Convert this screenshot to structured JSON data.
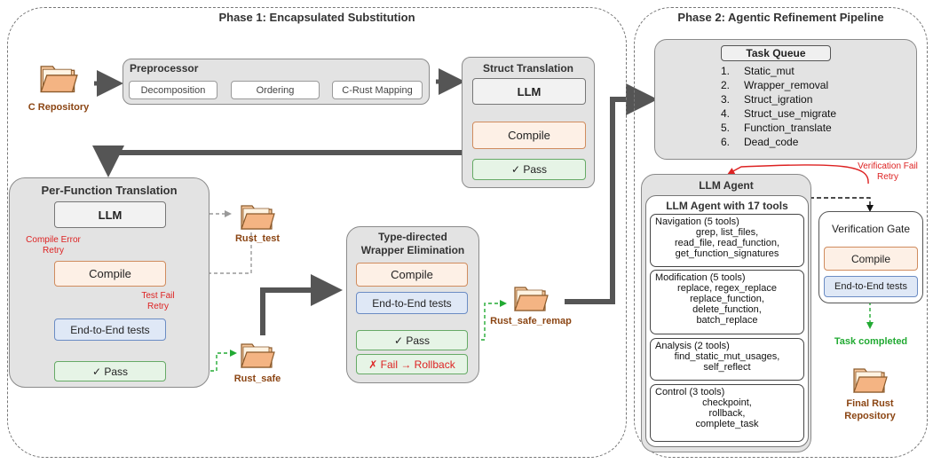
{
  "phase1": {
    "title": "Phase 1: Encapsulated Substitution",
    "c_repo": "C Repository",
    "preprocessor": {
      "title": "Preprocessor",
      "items": [
        "Decomposition",
        "Ordering",
        "C-Rust Mapping"
      ]
    },
    "struct_translation": {
      "title": "Struct Translation",
      "llm": "LLM",
      "compile": "Compile",
      "pass": "✓ Pass"
    },
    "per_function": {
      "title": "Per-Function Translation",
      "llm": "LLM",
      "compile": "Compile",
      "e2e": "End-to-End tests",
      "pass": "✓ Pass",
      "compile_error_retry": [
        "Compile Error",
        "Retry"
      ],
      "test_fail_retry": [
        "Test Fail",
        "Retry"
      ]
    },
    "rust_test": "Rust_test",
    "rust_safe": "Rust_safe",
    "type_directed": {
      "title": [
        "Type-directed",
        "Wrapper Elimination"
      ],
      "compile": "Compile",
      "e2e": "End-to-End tests",
      "pass": "✓ Pass",
      "fail": "✗ Fail → Rollback"
    },
    "rust_safe_remap": "Rust_safe_remap"
  },
  "phase2": {
    "title": "Phase 2: Agentic Refinement Pipeline",
    "task_queue": {
      "title": "Task Queue",
      "items": [
        {
          "num": "1.",
          "label": "Static_mut"
        },
        {
          "num": "2.",
          "label": "Wrapper_removal"
        },
        {
          "num": "3.",
          "label": "Struct_igration"
        },
        {
          "num": "4.",
          "label": "Struct_use_migrate"
        },
        {
          "num": "5.",
          "label": "Function_translate"
        },
        {
          "num": "6.",
          "label": "Dead_code"
        }
      ]
    },
    "verification_fail_retry": [
      "Verification Fail",
      "Retry"
    ],
    "llm_agent": {
      "title": "LLM Agent",
      "inner_title": "LLM Agent with 17 tools",
      "groups": [
        {
          "head": "Navigation (5 tools)",
          "lines": [
            "grep, list_files,",
            "read_file, read_function,",
            "get_function_signatures"
          ]
        },
        {
          "head": "Modification (5 tools)",
          "lines": [
            "replace, regex_replace",
            "replace_function,",
            "delete_function,",
            "batch_replace"
          ]
        },
        {
          "head": "Analysis (2 tools)",
          "lines": [
            "find_static_mut_usages,",
            "self_reflect"
          ]
        },
        {
          "head": "Control (3 tools)",
          "lines": [
            "checkpoint,",
            "rollback,",
            "complete_task"
          ]
        }
      ]
    },
    "verification_gate": {
      "title": "Verification Gate",
      "compile": "Compile",
      "e2e": "End-to-End tests"
    },
    "task_completed": "Task completed",
    "final_repo": [
      "Final Rust",
      "Repository"
    ]
  },
  "colors": {
    "arrow_dark": "#555555",
    "retry_red": "#dd2222",
    "flow_green": "#22aa33",
    "folder_brown": "#8b4513",
    "folder_fill": "#f6c89e"
  }
}
